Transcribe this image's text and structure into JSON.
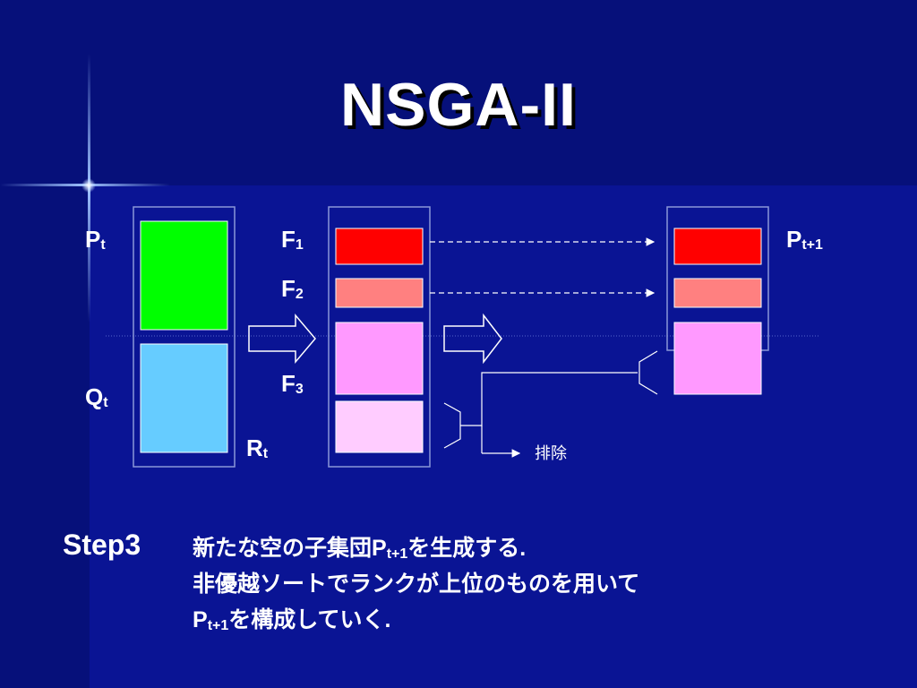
{
  "title": "NSGA-II",
  "labels": {
    "pt": {
      "main": "P",
      "sub": "t"
    },
    "qt": {
      "main": "Q",
      "sub": "t"
    },
    "rt": {
      "main": "R",
      "sub": "t"
    },
    "f1": {
      "main": "F",
      "sub": "1"
    },
    "f2": {
      "main": "F",
      "sub": "2"
    },
    "f3": {
      "main": "F",
      "sub": "3"
    },
    "pt1": {
      "main": "P",
      "sub": "t+1"
    }
  },
  "rejected_label": "排除",
  "step": {
    "label": "Step3",
    "line1_pre": "新たな空の子集団P",
    "line1_sub": "t+1",
    "line1_post": "を生成する.",
    "line2": "非優越ソートでランクが上位のものを用いて",
    "line3_pre": "P",
    "line3_sub": "t+1",
    "line3_post": "を構成していく."
  },
  "colors": {
    "background": "#0a1494",
    "parent_population": "#00ff00",
    "offspring_population": "#66ccff",
    "front1": "#ff0000",
    "front2": "#ff8080",
    "front3": "#ff99ff",
    "rejected": "#ffccff"
  }
}
